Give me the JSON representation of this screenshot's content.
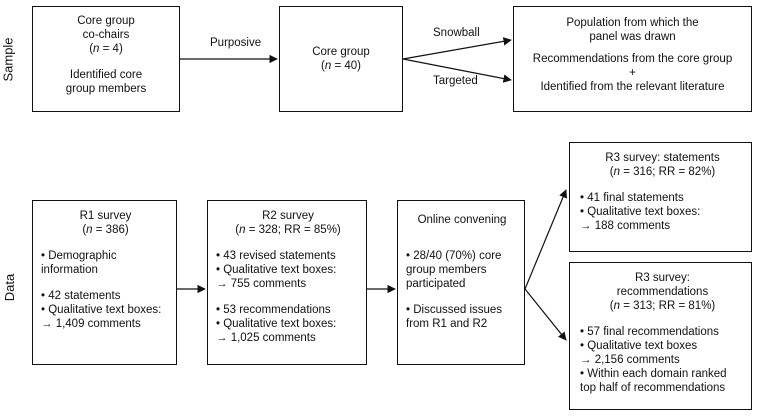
{
  "side_labels": {
    "sample": "Sample",
    "data": "Data"
  },
  "edge_labels": {
    "purposive": "Purposive",
    "snowball": "Snowball",
    "targeted": "Targeted"
  },
  "boxes": {
    "cochairs": {
      "l1": "Core group",
      "l2": "co-chairs",
      "l3_pre": "(",
      "l3_var": "n",
      "l3_post": " = 4)",
      "l4": "Identified core",
      "l5": "group members"
    },
    "coregroup": {
      "l1": "Core group",
      "l2_pre": "(",
      "l2_var": "n",
      "l2_post": " = 40)"
    },
    "population": {
      "l1": "Population from which the",
      "l2": "panel was drawn",
      "l3": "Recommendations from the core group",
      "l4": "+",
      "l5": "Identified from the relevant literature"
    },
    "r1": {
      "title": "R1 survey",
      "sub_pre": "(",
      "sub_var": "n",
      "sub_post": " = 386)",
      "b1a": "• Demographic",
      "b1b": "information",
      "b2": "• 42 statements",
      "b3": "• Qualitative text boxes:",
      "b4": "→ 1,409 comments"
    },
    "r2": {
      "title": "R2 survey",
      "sub_pre": "(",
      "sub_var": "n",
      "sub_post": " = 328; RR = 85%)",
      "b1": "• 43 revised statements",
      "b2": "• Qualitative text boxes:",
      "b3": "→ 755 comments",
      "b4": "• 53 recommendations",
      "b5": "• Qualitative text boxes:",
      "b6": "→ 1,025 comments"
    },
    "online": {
      "title": "Online convening",
      "b1a": "• 28/40 (70%) core",
      "b1b": "group members",
      "b1c": "participated",
      "b2a": "• Discussed issues",
      "b2b": "from R1 and R2"
    },
    "r3s": {
      "title": "R3 survey: statements",
      "sub_pre": "(",
      "sub_var": "n",
      "sub_post": " = 316; RR = 82%)",
      "b1": "• 41 final statements",
      "b2": "• Qualitative text boxes:",
      "b3": "→ 188 comments"
    },
    "r3r": {
      "title1": "R3 survey:",
      "title2": "recommendations",
      "sub_pre": "(",
      "sub_var": "n",
      "sub_post": " = 313; RR = 81%)",
      "b1": "• 57 final recommendations",
      "b2": "• Qualitative text boxes",
      "b3": "→ 2,156 comments",
      "b4": "• Within each domain ranked",
      "b5": "top half of recommendations"
    }
  }
}
